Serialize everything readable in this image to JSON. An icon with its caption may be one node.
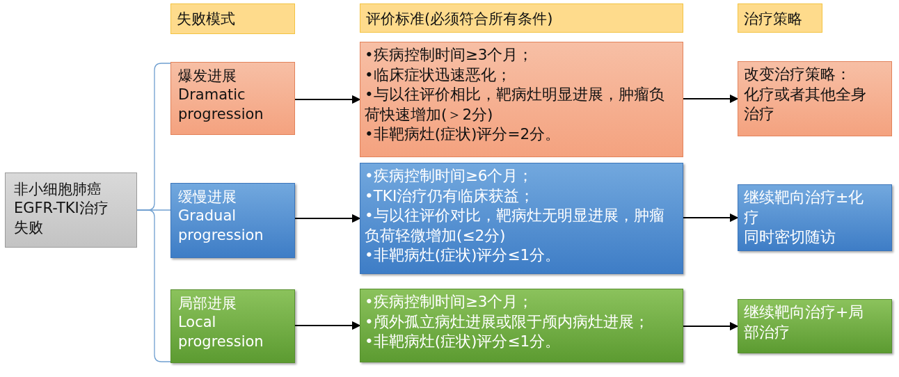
{
  "diagram": {
    "nodes": [
      {
        "text": [
          "失败模式"
        ]
      },
      {
        "text": [
          "评价标准(必须符合所有条件)"
        ]
      },
      {
        "text": [
          "治疗策略"
        ]
      },
      {
        "text": [
          "非小细胞肺癌EGFR-TKI治疗失败"
        ]
      },
      {
        "text": [
          "爆发进展",
          "Dramatic progression"
        ]
      },
      {
        "text": [
          "•疾病控制时间≥3个月；",
          "•临床症状迅速恶化；",
          "•与以往评价相比，靶病灶明显进展，肿瘤负荷快速增加(＞2分)",
          "•非靶病灶(症状)评分=2分。"
        ]
      },
      {
        "text": [
          "改变治疗策略：",
          "化疗或者其他全身治疗"
        ]
      },
      {
        "text": [
          "缓慢进展",
          "Gradual progression"
        ]
      },
      {
        "text": [
          "•疾病控制时间≥6个月；",
          "•TKI治疗仍有临床获益；",
          "•与以往评价对比，靶病灶无明显进展，肿瘤负荷轻微增加(≤2分)",
          "•非靶病灶(症状)评分≤1分。"
        ]
      },
      {
        "text": [
          "继续靶向治疗±化疗",
          "同时密切随访"
        ]
      },
      {
        "text": [
          "局部进展",
          "Local progression"
        ]
      },
      {
        "text": [
          "•疾病控制时间≥3个月；",
          "•颅外孤立病灶进展或限于颅内病灶进展；",
          "•非靶病灶(症状)评分≤1分。"
        ]
      },
      {
        "text": [
          "继续靶向治疗+局部治疗"
        ]
      }
    ],
    "edges": [
      {
        "from": 3,
        "to": 4,
        "arrow": "none",
        "color": "#6f9fd0"
      },
      {
        "from": 3,
        "to": 7,
        "arrow": "none",
        "color": "#6f9fd0"
      },
      {
        "from": 3,
        "to": 10,
        "arrow": "none",
        "color": "#6f9fd0"
      },
      {
        "from": 4,
        "to": 5,
        "arrow": "to"
      },
      {
        "from": 5,
        "to": 6,
        "arrow": "to"
      },
      {
        "from": 7,
        "to": 8,
        "arrow": "to"
      },
      {
        "from": 8,
        "to": 9,
        "arrow": "to"
      },
      {
        "from": 10,
        "to": 11,
        "arrow": "to"
      },
      {
        "from": 11,
        "to": 12,
        "arrow": "to"
      }
    ]
  }
}
